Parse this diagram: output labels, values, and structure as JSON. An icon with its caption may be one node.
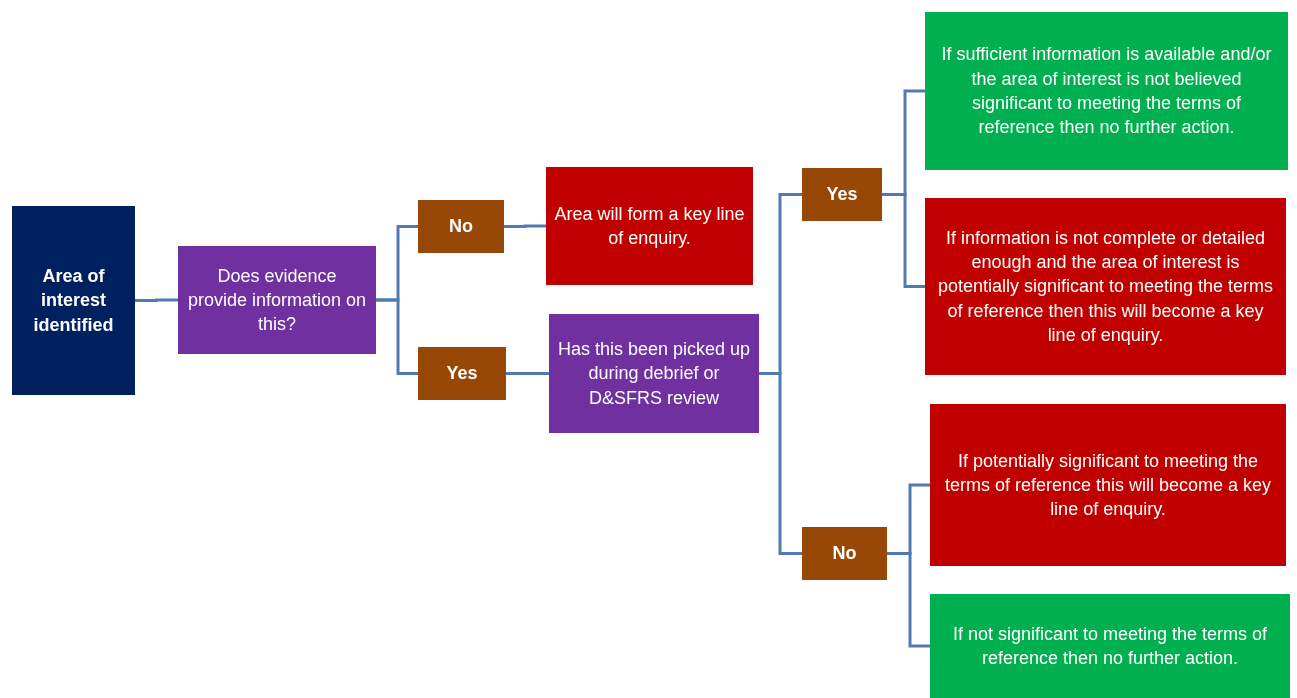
{
  "diagram": {
    "nodes": [
      {
        "text": [
          "Area of interest identified"
        ]
      },
      {
        "text": [
          "Does evidence provide information on this?"
        ]
      },
      {
        "text": [
          "No"
        ]
      },
      {
        "text": [
          "Yes"
        ]
      },
      {
        "text": [
          "Area will form a key line of enquiry."
        ]
      },
      {
        "text": [
          "Has this been picked up during debrief or D&SFRS review"
        ]
      },
      {
        "text": [
          "Yes"
        ]
      },
      {
        "text": [
          "No"
        ]
      },
      {
        "text": [
          "If sufficient information is available and/or the area of interest is not believed significant to meeting the terms of reference then no further action."
        ]
      },
      {
        "text": [
          "If information is not complete or detailed enough and the area of interest is potentially significant to meeting the terms of reference then this will become a key line of enquiry."
        ]
      },
      {
        "text": [
          "If potentially significant to meeting the terms of reference this will become a key line of enquiry."
        ]
      },
      {
        "text": [
          "If not significant to meeting the terms of reference then no further action."
        ]
      }
    ],
    "edges": [
      {
        "from": 0,
        "to": 1,
        "arrow": "none"
      },
      {
        "from": 1,
        "to": 2,
        "arrow": "none"
      },
      {
        "from": 1,
        "to": 3,
        "arrow": "none"
      },
      {
        "from": 2,
        "to": 4,
        "arrow": "none"
      },
      {
        "from": 3,
        "to": 5,
        "arrow": "none"
      },
      {
        "from": 5,
        "to": 6,
        "arrow": "none"
      },
      {
        "from": 5,
        "to": 7,
        "arrow": "none"
      },
      {
        "from": 6,
        "to": 8,
        "arrow": "none"
      },
      {
        "from": 6,
        "to": 9,
        "arrow": "none"
      },
      {
        "from": 7,
        "to": 10,
        "arrow": "none"
      },
      {
        "from": 7,
        "to": 11,
        "arrow": "none"
      }
    ]
  }
}
